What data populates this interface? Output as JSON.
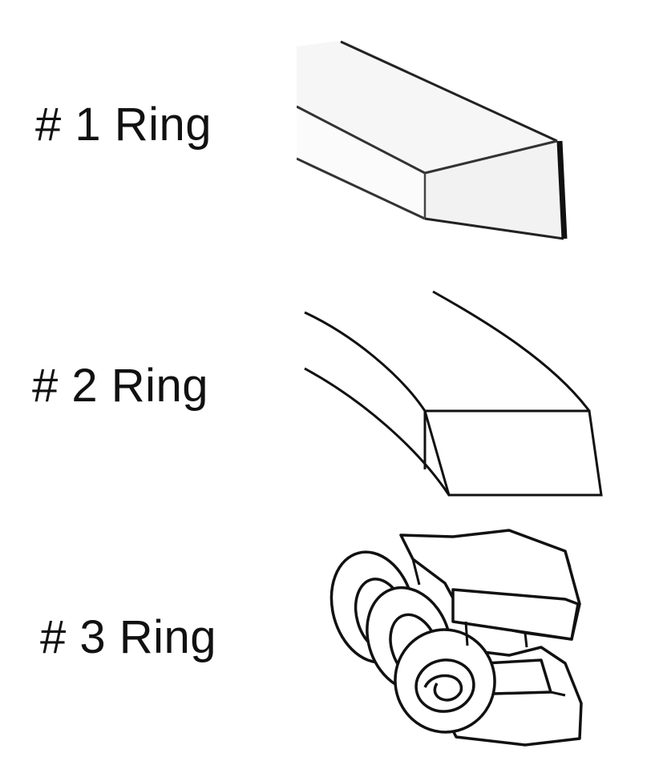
{
  "rings": [
    {
      "label": "# 1 Ring",
      "icon": "compression-ring-top-icon"
    },
    {
      "label": "# 2 Ring",
      "icon": "compression-ring-second-icon"
    },
    {
      "label": "# 3 Ring",
      "icon": "oil-control-ring-icon"
    }
  ],
  "colors": {
    "ink": "#111111",
    "face_shade": "#f4f4f4",
    "background": "#ffffff"
  }
}
